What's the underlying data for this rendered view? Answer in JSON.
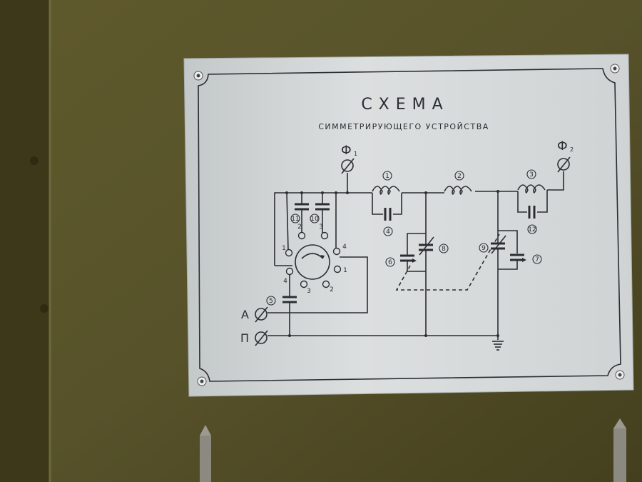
{
  "plate": {
    "title": "СХЕМА",
    "subtitle": "СИММЕТРИРУЮЩЕГО УСТРОЙСТВА"
  },
  "terminals": {
    "phi1": {
      "letter": "Ф",
      "sub": "1"
    },
    "phi2": {
      "letter": "Ф",
      "sub": "2"
    },
    "a": "А",
    "p": "П"
  },
  "components": [
    "1",
    "2",
    "3",
    "4",
    "5",
    "6",
    "7",
    "8",
    "9",
    "10",
    "11",
    "12"
  ],
  "switch_contacts": {
    "top": [
      "1",
      "2",
      "3",
      "4"
    ],
    "bottom": [
      "1",
      "2",
      "3",
      "4"
    ]
  },
  "colors": {
    "wall": "#4d4822",
    "plate": "#d3d7d7",
    "ink": "#2b2d33"
  }
}
